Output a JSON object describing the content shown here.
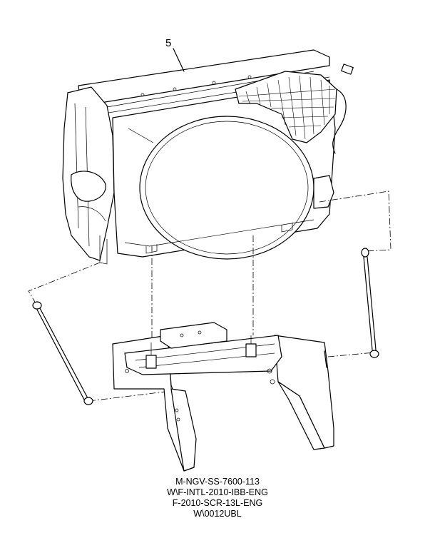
{
  "diagram": {
    "callout_number": "5",
    "codes": [
      "M-NGV-SS-7600-113",
      "W\\F-INTL-2010-IBB-ENG",
      "F-2010-SCR-13L-ENG",
      "W\\0012UBL"
    ]
  }
}
